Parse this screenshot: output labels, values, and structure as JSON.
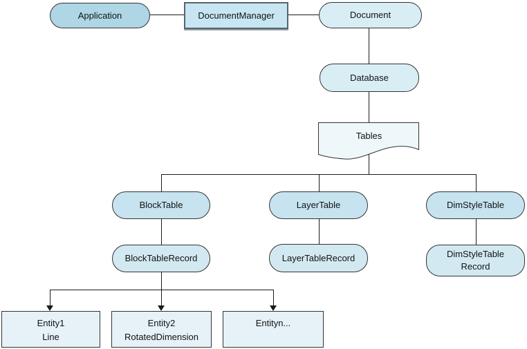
{
  "diagram": {
    "nodes": {
      "application": {
        "label": "Application",
        "shape": "stadium"
      },
      "document_manager": {
        "label": "DocumentManager",
        "shape": "rectangle"
      },
      "document": {
        "label": "Document",
        "shape": "stadium"
      },
      "database": {
        "label": "Database",
        "shape": "stadium"
      },
      "tables": {
        "label": "Tables",
        "shape": "document"
      },
      "block_table": {
        "label": "BlockTable",
        "shape": "stadium"
      },
      "layer_table": {
        "label": "LayerTable",
        "shape": "stadium"
      },
      "dim_style_table": {
        "label": "DimStyleTable",
        "shape": "stadium"
      },
      "block_table_record": {
        "label": "BlockTableRecord",
        "shape": "stadium"
      },
      "layer_table_record": {
        "label": "LayerTableRecord",
        "shape": "stadium"
      },
      "dim_style_table_record": {
        "label": "DimStyleTable\nRecord",
        "shape": "stadium"
      },
      "entity1": {
        "label": "Entity1\nLine",
        "shape": "rectangle"
      },
      "entity2": {
        "label": "Entity2\nRotatedDimension",
        "shape": "rectangle"
      },
      "entityn": {
        "label": "Entityn...",
        "shape": "rectangle"
      }
    },
    "connections": [
      {
        "from": "Application",
        "to": "DocumentManager",
        "arrow": false
      },
      {
        "from": "DocumentManager",
        "to": "Document",
        "arrow": false
      },
      {
        "from": "Document",
        "to": "Database",
        "arrow": false
      },
      {
        "from": "Database",
        "to": "Tables",
        "arrow": false
      },
      {
        "from": "Tables",
        "to": "BlockTable",
        "arrow": false
      },
      {
        "from": "Tables",
        "to": "LayerTable",
        "arrow": false
      },
      {
        "from": "Tables",
        "to": "DimStyleTable",
        "arrow": false
      },
      {
        "from": "BlockTable",
        "to": "BlockTableRecord",
        "arrow": false
      },
      {
        "from": "LayerTable",
        "to": "LayerTableRecord",
        "arrow": false
      },
      {
        "from": "DimStyleTable",
        "to": "DimStyleTableRecord",
        "arrow": false
      },
      {
        "from": "BlockTableRecord",
        "to": "Entity1 Line",
        "arrow": true
      },
      {
        "from": "BlockTableRecord",
        "to": "Entity2 RotatedDimension",
        "arrow": true
      },
      {
        "from": "BlockTableRecord",
        "to": "Entityn...",
        "arrow": true
      }
    ],
    "colors": {
      "background": "#ffffff",
      "application_fill": "#aed6e5",
      "document_manager_fill": "#c7e6f2",
      "document_fill": "#d9edf5",
      "database_fill": "#d9edf5",
      "tables_fill": "#eef7fa",
      "table_fill": "#c6e3ef",
      "record_fill": "#d2e9f2",
      "entity_fill": "#e6f1f8",
      "outline": "#333333",
      "line": "#1a1a1a"
    }
  }
}
